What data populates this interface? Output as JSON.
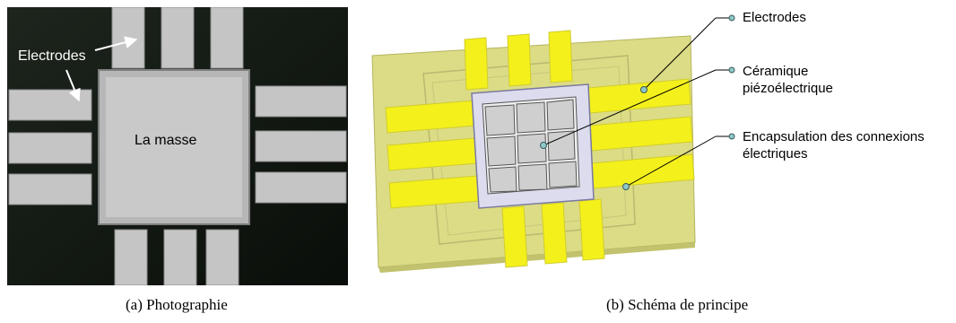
{
  "photo": {
    "electrodes_label": "Electrodes",
    "mass_label": "La masse",
    "caption": "(a)  Photographie",
    "colors": {
      "board": "#121812",
      "pad": "#c5c5c5",
      "pad_edge": "#8d8d8d",
      "text_light": "#ffffff",
      "text_dark": "#000000"
    }
  },
  "schematic": {
    "labels": {
      "electrodes": "Electrodes",
      "ceramic_line1": "Céramique",
      "ceramic_line2": "piézoélectrique",
      "encapsulation_line1": "Encapsulation des connexions",
      "encapsulation_line2": "électriques"
    },
    "caption": "(b)  Schéma de principe",
    "colors": {
      "substrate": "#dcdc86",
      "electrode": "#f4f01c",
      "ceramic_frame": "#dcdcee",
      "ceramic_cell": "#cfcfcf",
      "marker": "#8ec8c8"
    }
  }
}
